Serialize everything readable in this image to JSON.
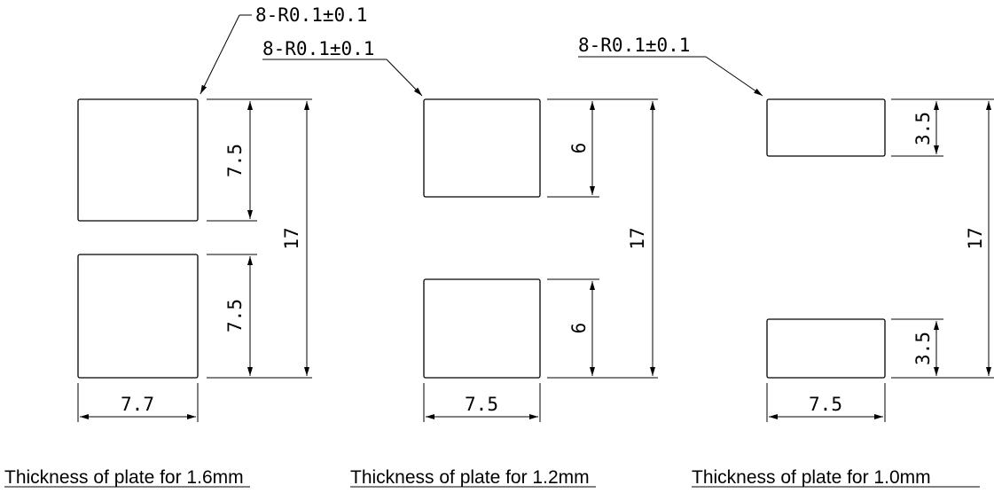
{
  "diagrams": [
    {
      "radius_note": "8-R0.1±0.1",
      "pad_height_upper": "7.5",
      "pad_height_lower": "7.5",
      "overall_height": "17",
      "pad_width": "7.7",
      "caption": "Thickness of plate for 1.6mm"
    },
    {
      "radius_note": "8-R0.1±0.1",
      "pad_height_upper": "6",
      "pad_height_lower": "6",
      "overall_height": "17",
      "pad_width": "7.5",
      "caption": "Thickness of plate for 1.2mm"
    },
    {
      "radius_note": "8-R0.1±0.1",
      "pad_height_upper": "3.5",
      "pad_height_lower": "3.5",
      "overall_height": "17",
      "pad_width": "7.5",
      "caption": "Thickness of plate for 1.0mm"
    }
  ]
}
